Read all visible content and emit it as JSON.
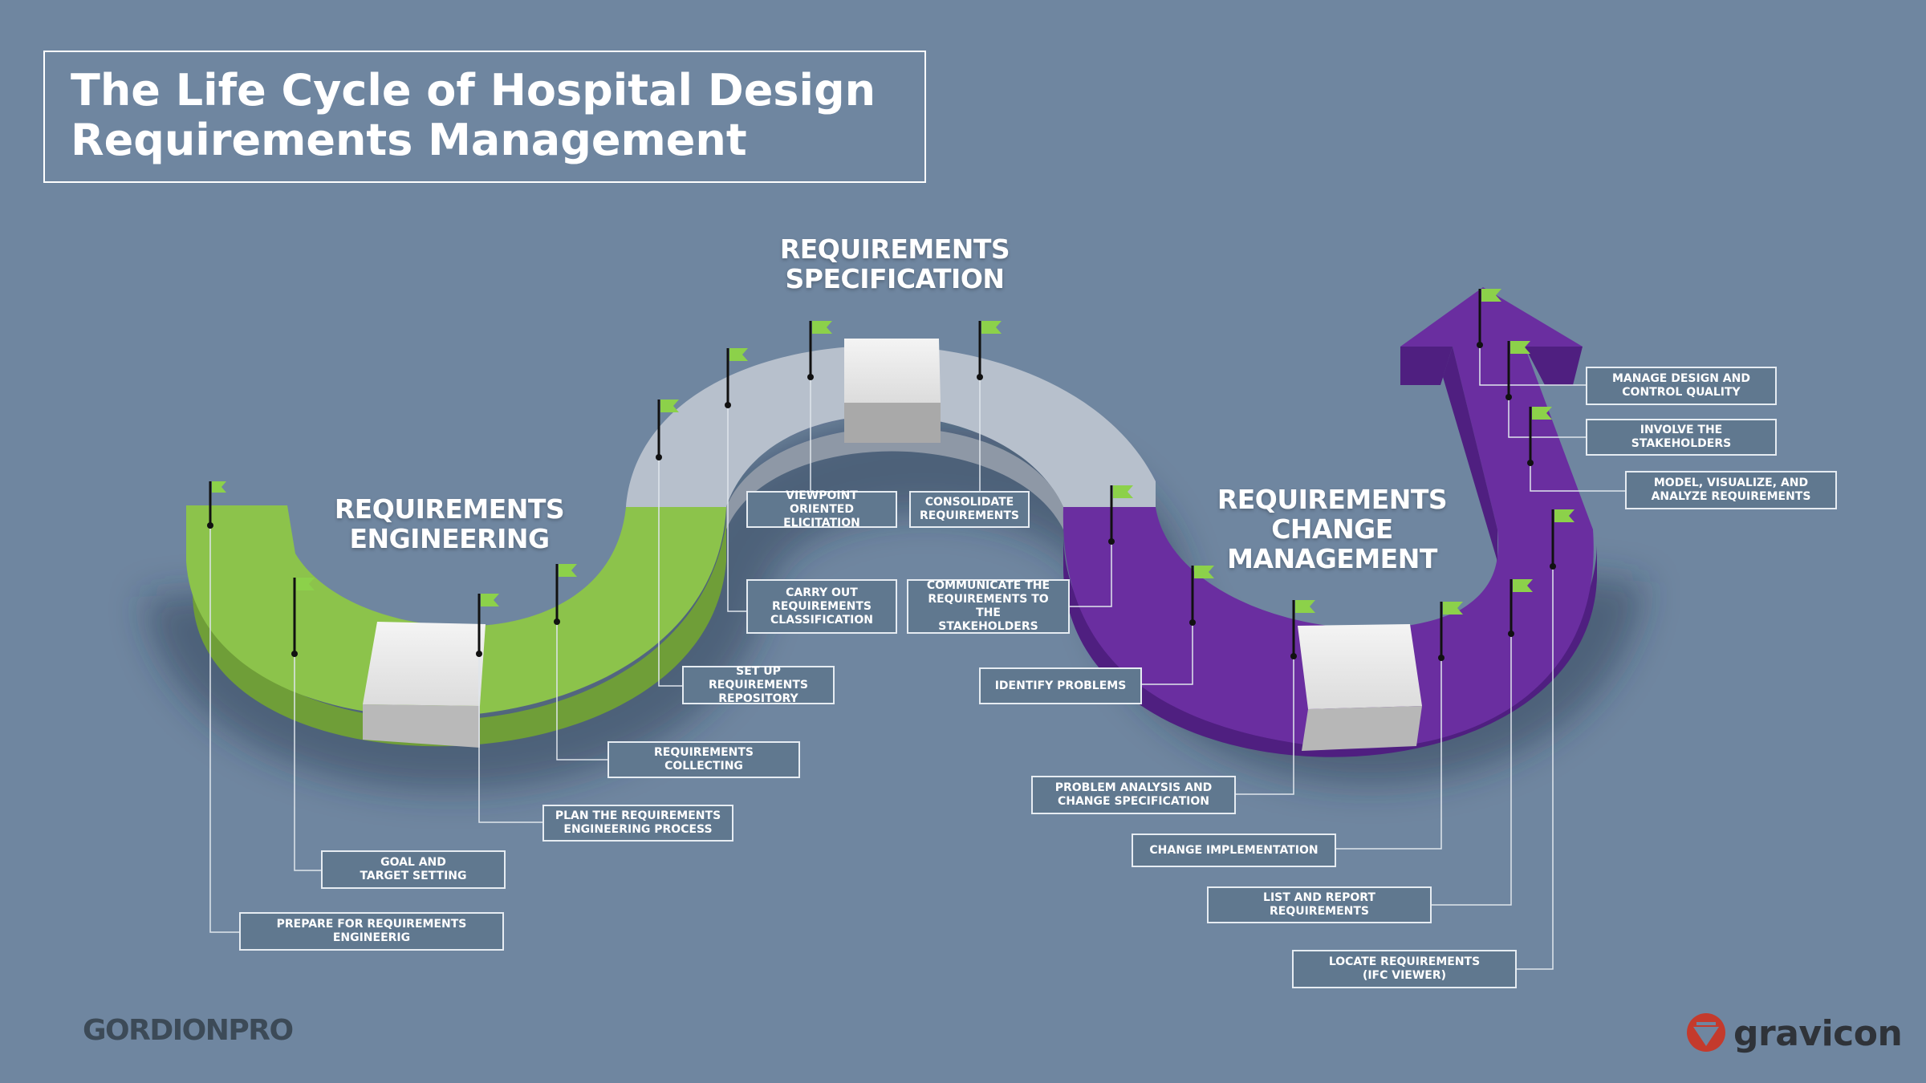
{
  "title": {
    "line1": "The Life Cycle of Hospital Design",
    "line2": "Requirements Management"
  },
  "phases": {
    "engineering": {
      "line1": "REQUIREMENTS",
      "line2": "ENGINEERING"
    },
    "specification": {
      "line1": "REQUIREMENTS",
      "line2": "SPECIFICATION"
    },
    "change": {
      "line1": "REQUIREMENTS",
      "line2": "CHANGE",
      "line3": "MANAGEMENT"
    }
  },
  "steps": {
    "prepare": "PREPARE FOR REQUIREMENTS\nENGINEERIG",
    "goal": "GOAL AND\nTARGET SETTING",
    "plan": "PLAN THE REQUIREMENTS\nENGINEERING PROCESS",
    "collecting": "REQUIREMENTS\nCOLLECTING",
    "repository": "SET UP\nREQUIREMENTS\nREPOSITORY",
    "classification": "CARRY OUT\nREQUIREMENTS\nCLASSIFICATION",
    "viewpoint": "VIEWPOINT ORIENTED\nELICITATION",
    "consolidate": "CONSOLIDATE\nREQUIREMENTS",
    "communicate": "COMMUNICATE THE\nREQUIREMENTS TO  THE\nSTAKEHOLDERS",
    "identify": "IDENTIFY PROBLEMS",
    "analysis": "PROBLEM ANALYSIS AND\nCHANGE SPECIFICATION",
    "implementation": "CHANGE IMPLEMENTATION",
    "list": "LIST AND REPORT REQUIREMENTS",
    "locate": "LOCATE REQUIREMENTS\n(IFC VIEWER)",
    "manage": "MANAGE DESIGN AND\nCONTROL QUALITY",
    "involve": "INVOLVE THE STAKEHOLDERS",
    "model": "MODEL, VISUALIZE, AND\nANALYZE REQUIREMENTS"
  },
  "logos": {
    "left": "GORDIONPRO",
    "right": "gravicon"
  },
  "colors": {
    "background": "#6f86a0",
    "green": "#8cc34b",
    "green_dark": "#6f9e38",
    "grey": "#b7c0cc",
    "grey_dark": "#8e98a6",
    "purple": "#6a2ea0",
    "purple_dark": "#4f1f80",
    "flag": "#8cd14a",
    "box_fill": "#60788f"
  }
}
